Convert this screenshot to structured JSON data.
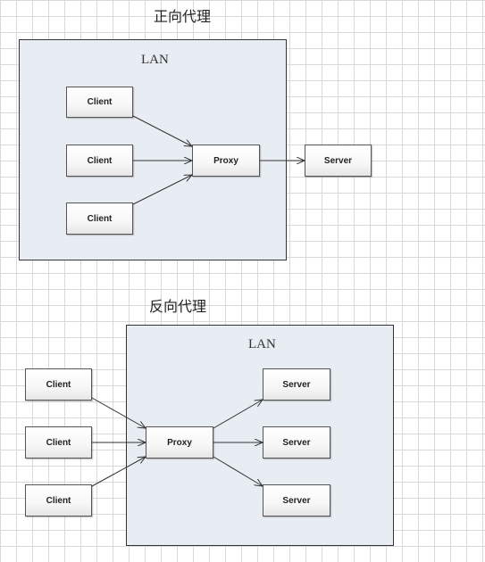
{
  "forward": {
    "title": "正向代理",
    "lan_label": "LAN",
    "clients": [
      "Client",
      "Client",
      "Client"
    ],
    "proxy": "Proxy",
    "server": "Server"
  },
  "reverse": {
    "title": "反向代理",
    "lan_label": "LAN",
    "clients": [
      "Client",
      "Client",
      "Client"
    ],
    "proxy": "Proxy",
    "servers": [
      "Server",
      "Server",
      "Server"
    ]
  },
  "colors": {
    "lan_fill": "#e8edf4",
    "grid": "#d9d9d9",
    "stroke": "#333333"
  }
}
